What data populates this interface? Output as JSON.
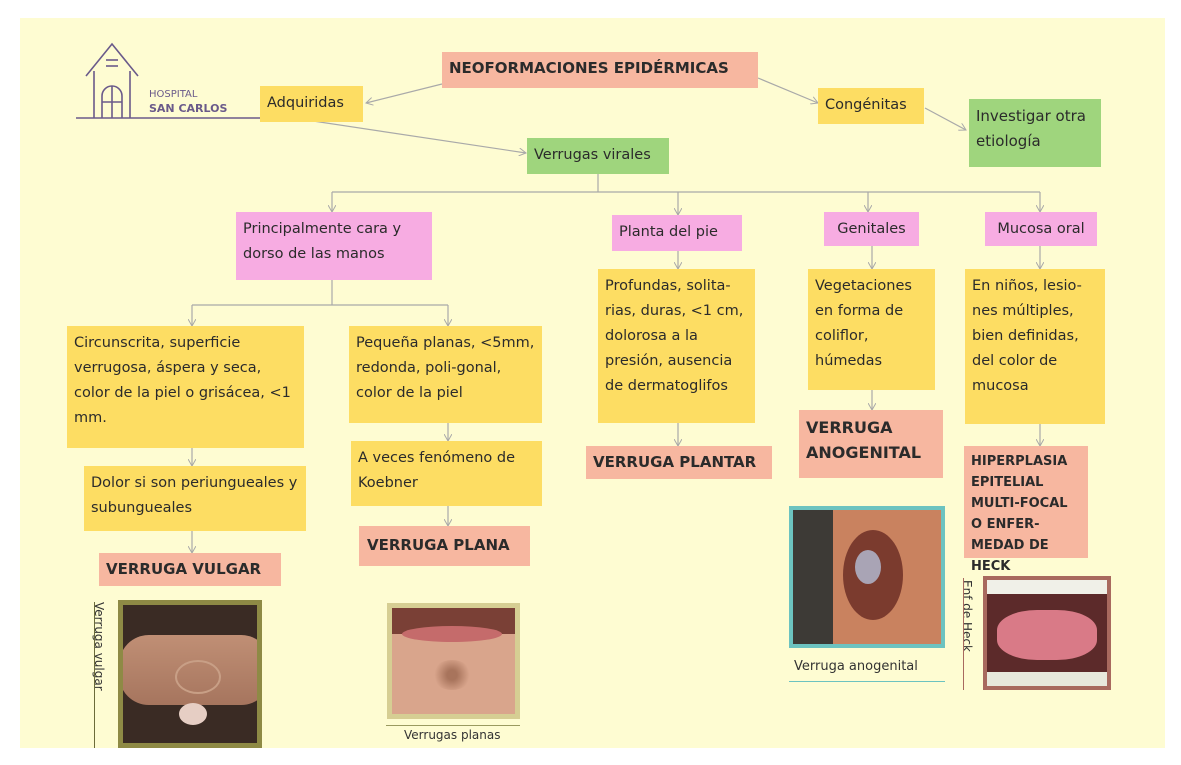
{
  "logo": {
    "line1": "HOSPITAL",
    "line2": "SAN CARLOS"
  },
  "root": "NEOFORMACIONES EPIDÉRMICAS",
  "acquired": "Adquiridas",
  "congenital": "Congénitas",
  "other_etiology": "Investigar otra etiología",
  "viral_warts": "Verrugas virales",
  "locations": {
    "face_hands": "Principalmente cara y dorso de las manos",
    "plantar": "Planta del pie",
    "genital": "Genitales",
    "oral": "Mucosa oral"
  },
  "descriptions": {
    "vulgar": "Circunscrita, superficie verrugosa, áspera y seca, color de la piel o grisácea, <1 mm.",
    "vulgar_pain": "Dolor si son periungueales y subungueales",
    "flat": "Pequeña planas, <5mm, redonda, poli-gonal, color de la piel",
    "flat_koebner": "A veces fenómeno de Koebner",
    "plantar": "Profundas, solita-rias, duras, <1 cm, dolorosa a la presión, ausencia de dermatoglifos",
    "genital": "Vegetaciones en forma de coliflor, húmedas",
    "oral": "En niños, lesio-nes múltiples, bien definidas, del color de mucosa"
  },
  "diagnoses": {
    "vulgar": "VERRUGA VULGAR",
    "flat": "VERRUGA PLANA",
    "plantar": "VERRUGA PLANTAR",
    "genital": "VERRUGA ANOGENITAL",
    "heck": "HIPERPLASIA EPITELIAL MULTI-FOCAL O ENFER-MEDAD DE HECK"
  },
  "captions": {
    "vulgar": "Verruga vulgar",
    "flat": "Verrugas planas",
    "genital": "Verruga anogenital",
    "heck": "Enf de Heck"
  },
  "colors": {
    "background": "#fefcd2",
    "yellow": "#fddd63",
    "pink": "#f7ace2",
    "green": "#9fd57d",
    "salmon": "#f7b7a0",
    "logo": "#6a5a8a",
    "frame_olive": "#8e8a45",
    "frame_teal": "#6cc3c0",
    "frame_brown": "#a8695e"
  }
}
